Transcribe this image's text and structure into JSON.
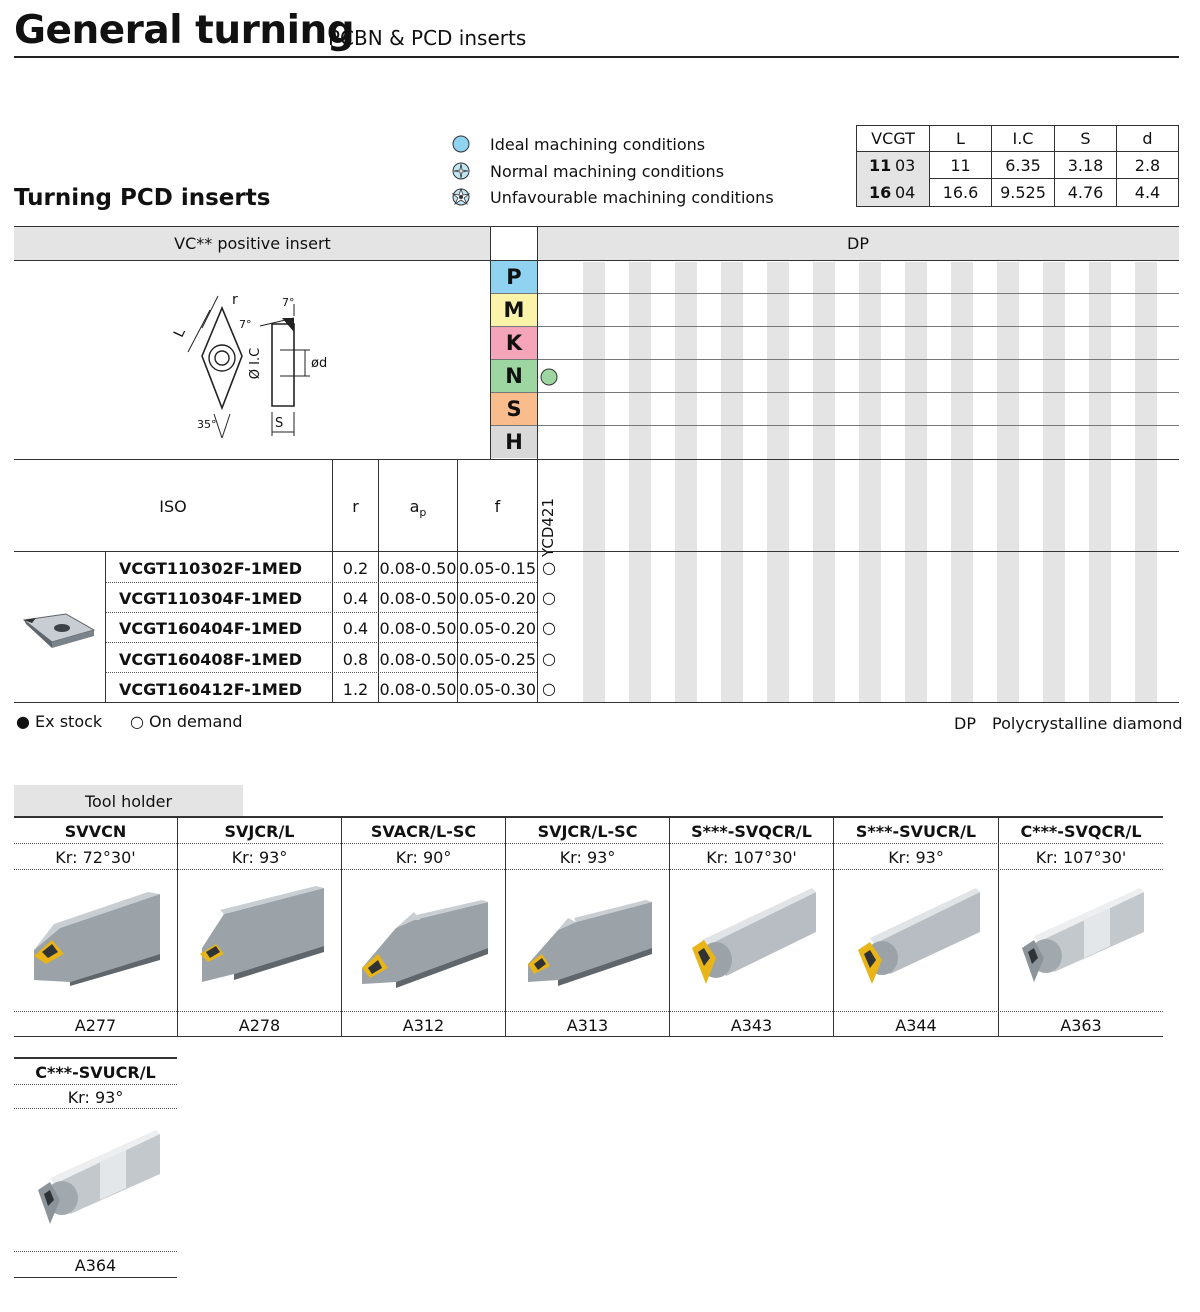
{
  "header": {
    "title": "General turning",
    "subtitle": "PCBN & PCD inserts"
  },
  "section_title": "Turning PCD inserts",
  "legend": {
    "ideal": "Ideal machining conditions",
    "normal": "Normal machining conditions",
    "unfavourable": "Unfavourable machining conditions"
  },
  "geometry_table": {
    "headers": [
      "VCGT",
      "L",
      "I.C",
      "S",
      "d"
    ],
    "rows": [
      {
        "size": "11",
        "thk": "03",
        "L": "11",
        "IC": "6.35",
        "S": "3.18",
        "d": "2.8"
      },
      {
        "size": "16",
        "thk": "04",
        "L": "16.6",
        "IC": "9.525",
        "S": "4.76",
        "d": "4.4"
      }
    ]
  },
  "insert_header": "VC** positive insert",
  "grade_group": "DP",
  "materials": [
    "P",
    "M",
    "K",
    "N",
    "S",
    "H"
  ],
  "material_colors": {
    "P": "#8fd3f0",
    "M": "#fbf3a9",
    "K": "#f4a5b9",
    "N": "#9ed6a2",
    "S": "#f9bd8d",
    "H": "#d9d9d9"
  },
  "drawing_labels": {
    "r": "r",
    "L": "L",
    "angle7a": "7°",
    "angle7b": "7°",
    "ic": "Ø I.C",
    "d": "ød",
    "angle35": "35°",
    "s": "S"
  },
  "columns": {
    "iso": "ISO",
    "r": "r",
    "ap_main": "a",
    "ap_sub": "p",
    "f": "f",
    "grade": "YCD421"
  },
  "products": [
    {
      "code": "VCGT110302F-1MED",
      "r": "0.2",
      "ap": "0.08-0.50",
      "f": "0.05-0.15",
      "avail": "○"
    },
    {
      "code": "VCGT110304F-1MED",
      "r": "0.4",
      "ap": "0.08-0.50",
      "f": "0.05-0.20",
      "avail": "○"
    },
    {
      "code": "VCGT160404F-1MED",
      "r": "0.4",
      "ap": "0.08-0.50",
      "f": "0.05-0.20",
      "avail": "○"
    },
    {
      "code": "VCGT160408F-1MED",
      "r": "0.8",
      "ap": "0.08-0.50",
      "f": "0.05-0.25",
      "avail": "○"
    },
    {
      "code": "VCGT160412F-1MED",
      "r": "1.2",
      "ap": "0.08-0.50",
      "f": "0.05-0.30",
      "avail": "○"
    }
  ],
  "stock_legend": {
    "ex_stock": "● Ex stock",
    "on_demand": "○ On demand"
  },
  "grade_legend": {
    "code": "DP",
    "desc": "Polycrystalline diamond"
  },
  "tool_holder_label": "Tool holder",
  "tool_holders": [
    {
      "name": "SVVCN",
      "kr": "Kr: 72°30'",
      "page": "A277"
    },
    {
      "name": "SVJCR/L",
      "kr": "Kr: 93°",
      "page": "A278"
    },
    {
      "name": "SVACR/L-SC",
      "kr": "Kr: 90°",
      "page": "A312"
    },
    {
      "name": "SVJCR/L-SC",
      "kr": "Kr: 93°",
      "page": "A313"
    },
    {
      "name": "S***-SVQCR/L",
      "kr": "Kr: 107°30'",
      "page": "A343"
    },
    {
      "name": "S***-SVUCR/L",
      "kr": "Kr: 93°",
      "page": "A344"
    },
    {
      "name": "C***-SVQCR/L",
      "kr": "Kr: 107°30'",
      "page": "A363"
    },
    {
      "name": "C***-SVUCR/L",
      "kr": "Kr: 93°",
      "page": "A364"
    }
  ]
}
